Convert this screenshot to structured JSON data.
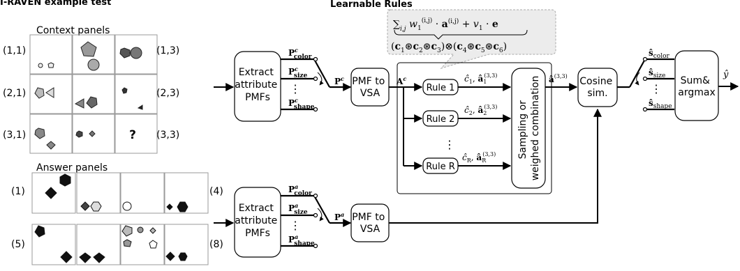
{
  "heading": "I-RAVEN example test",
  "context_label": "Context panels",
  "answer_label": "Answer panels",
  "context_row_labels_left": [
    "(1,1)",
    "(2,1)",
    "(3,1)"
  ],
  "context_row_labels_right": [
    "(1,3)",
    "(2,3)",
    "(3,3)"
  ],
  "missing_panel_mark": "?",
  "answer_row_labels_left": [
    "(1)",
    "(5)"
  ],
  "answer_row_labels_right": [
    "(4)",
    "(8)"
  ],
  "learnable_rules_title": "Learnable Rules",
  "rule_formula_sum": "∑i,j w1(i,j) · a(i,j) + v1 · e",
  "rule_formula_bind": "(c1⊛c2⊛c3)⊗(c4⊛c5⊛c6)",
  "extract_label": [
    "Extract",
    "attribute",
    "PMFs"
  ],
  "pmf_to_vsa_label": [
    "PMF to",
    "VSA"
  ],
  "rules": [
    "Rule 1",
    "Rule 2",
    "Rule R"
  ],
  "rule_dots": "⋮",
  "sampling_label": [
    "Sampling or",
    "weighed combination"
  ],
  "cosine_label": [
    "Cosine",
    "sim."
  ],
  "sum_argmax_label": [
    "Sum&",
    "argmax"
  ],
  "context_pmf_labels": [
    "Pcolor",
    "Psize",
    "Pshape"
  ],
  "context_superscript": "c",
  "answer_superscript": "a",
  "shat_labels": [
    "ŝcolor",
    "ŝsize",
    "ŝshape"
  ],
  "rule_output_labels": [
    "ĉ1, â1(3,3)",
    "ĉ2, â2(3,3)",
    "ĉR, âR(3,3)"
  ],
  "a_hat_label": "â(3,3)",
  "y_hat_label": "ŷ",
  "A_context_label": "Ac",
  "P_context_label": "Pc",
  "P_answer_label": "Pa"
}
